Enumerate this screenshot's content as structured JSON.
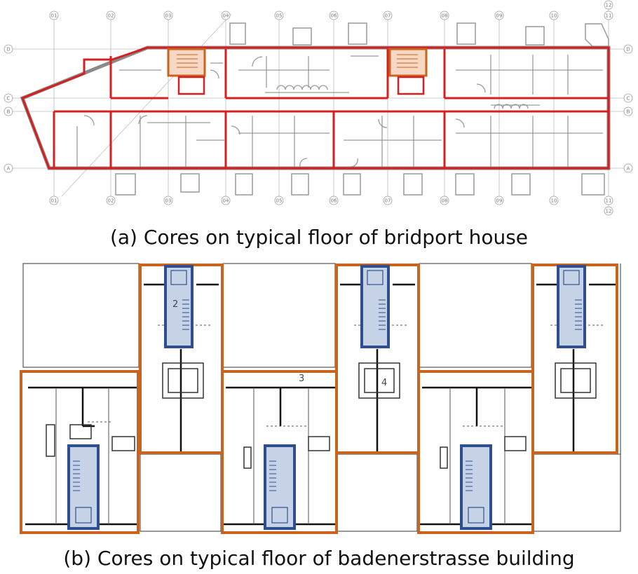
{
  "figure_a": {
    "caption": "(a) Cores on typical floor of bridport house",
    "grid_columns_top": [
      "01",
      "02",
      "03",
      "04",
      "05",
      "06",
      "07",
      "08",
      "09",
      "10",
      "11"
    ],
    "grid_columns_bottom": [
      "01",
      "02",
      "03",
      "04",
      "05",
      "06",
      "07",
      "08",
      "09",
      "10",
      "11"
    ],
    "grid_extra": [
      "12",
      "12"
    ],
    "grid_rows_left": [
      "D",
      "C",
      "B",
      "A"
    ],
    "grid_rows_right": [
      "D",
      "C",
      "B",
      "A"
    ]
  },
  "figure_b": {
    "caption": "(b) Cores on typical floor of badenerstrasse building",
    "unit_numbers": [
      "2",
      "3",
      "4"
    ]
  },
  "colors": {
    "red_outline": "#d42020",
    "core_orange": "#c8641e",
    "core_fill": "#f6d8c4",
    "unit_orange": "#c8641e",
    "core_blue": "#2e4f8f",
    "core_blue_fill": "#c6d3e6",
    "wall_grey": "#888888",
    "grid_grey": "#aaaaaa"
  }
}
